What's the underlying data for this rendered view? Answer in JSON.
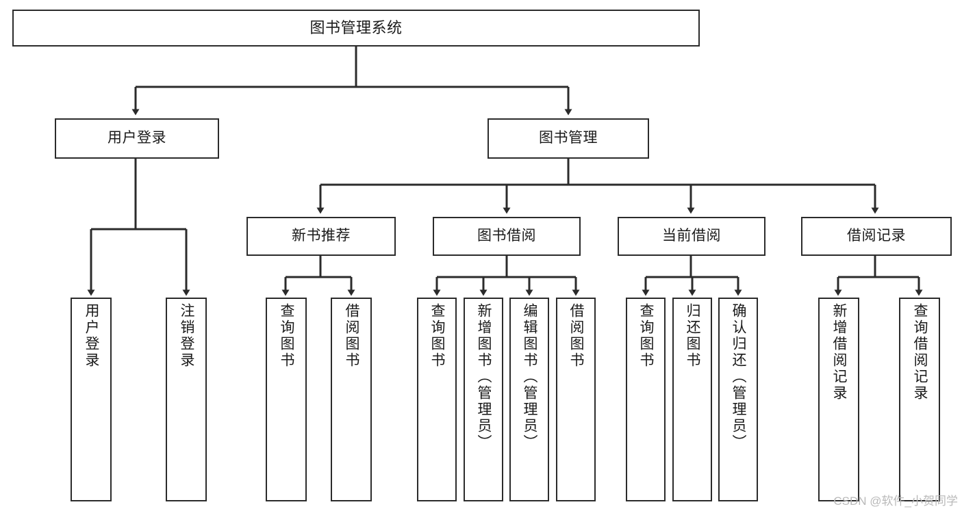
{
  "diagram": {
    "type": "tree-hierarchy",
    "title": "图书管理系统",
    "orientation": "top-down",
    "colors": {
      "background": "#ffffff",
      "box_border": "#2b2b2b",
      "box_fill": "#ffffff",
      "connector": "#2b2b2b",
      "text": "#1a1a1a",
      "watermark": "#b9b9b9"
    },
    "watermark": "CSDN @软件_小贺同学",
    "levels": {
      "root": "图书管理系统",
      "level2": [
        "用户登录",
        "图书管理"
      ],
      "level3": [
        "新书推荐",
        "图书借阅",
        "当前借阅",
        "借阅记录"
      ]
    },
    "nodes": {
      "root": {
        "label": "图书管理系统"
      },
      "user_login": {
        "label": "用户登录"
      },
      "book_manage": {
        "label": "图书管理"
      },
      "new_book_rec": {
        "label": "新书推荐"
      },
      "book_borrow": {
        "label": "图书借阅"
      },
      "current_borrow": {
        "label": "当前借阅"
      },
      "borrow_record": {
        "label": "借阅记录"
      }
    },
    "leaves": {
      "user_login": [
        {
          "label": "用户登录"
        },
        {
          "label": "注销登录"
        }
      ],
      "new_book_rec": [
        {
          "label": "查询图书"
        },
        {
          "label": "借阅图书"
        }
      ],
      "book_borrow": [
        {
          "label": "查询图书"
        },
        {
          "label": "新增图书（管理员）"
        },
        {
          "label": "编辑图书（管理员）"
        },
        {
          "label": "借阅图书"
        }
      ],
      "current_borrow": [
        {
          "label": "查询图书"
        },
        {
          "label": "归还图书"
        },
        {
          "label": "确认归还（管理员）"
        }
      ],
      "borrow_record": [
        {
          "label": "新增借阅记录"
        },
        {
          "label": "查询借阅记录"
        }
      ]
    }
  }
}
